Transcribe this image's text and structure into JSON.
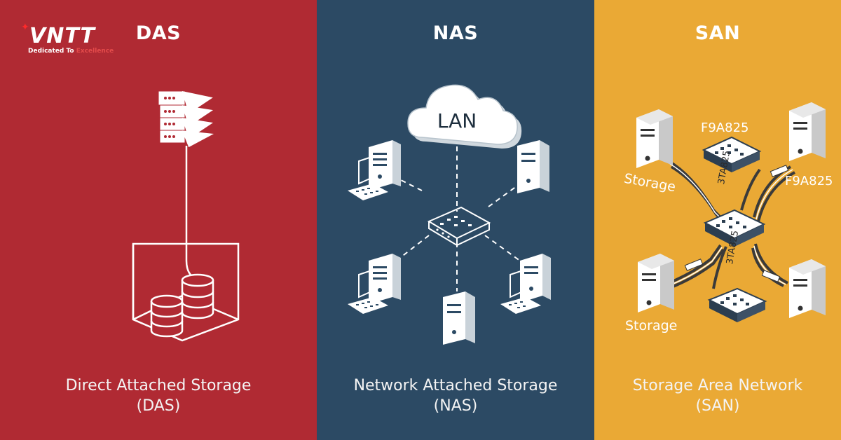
{
  "logo": {
    "wordmark": "VNTT",
    "tagline_prefix": "Dedicated To ",
    "tagline_highlight": "Excellence",
    "accent_color": "#e34b4b"
  },
  "panels": {
    "das": {
      "title": "DAS",
      "subtitle_line1": "Direct Attached Storage",
      "subtitle_line2": "(DAS)",
      "bg_color": "#b02a33"
    },
    "nas": {
      "title": "NAS",
      "cloud_label": "LAN",
      "subtitle_line1": "Network Attached Storage",
      "subtitle_line2": "(NAS)",
      "bg_color": "#2c4a64"
    },
    "san": {
      "title": "SAN",
      "switch_code_top": "F9A825",
      "switch_code_right": "F9A825",
      "cable_code_a": "3TA825",
      "cable_code_b": "3TA825",
      "storage_label_top": "Storage",
      "storage_label_bottom": "Storage",
      "subtitle_line1": "Storage Area Network",
      "subtitle_line2": "(SAN)",
      "bg_color": "#eaa935"
    }
  },
  "icons": [
    "server-rack-icon",
    "database-icon",
    "cloud-icon",
    "network-switch-icon",
    "workstation-icon",
    "tower-server-icon",
    "storage-server-icon",
    "san-switch-icon"
  ]
}
